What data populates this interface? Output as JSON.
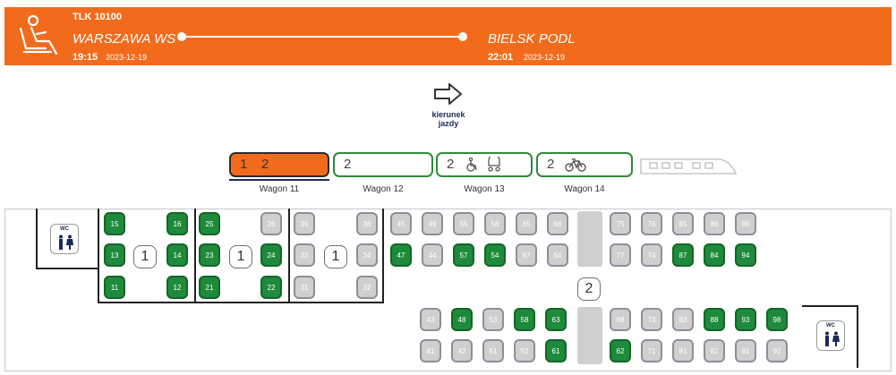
{
  "header": {
    "train_number": "TLK 10100",
    "from_station": "WARSZAWA WS",
    "from_time": "19:15",
    "from_date": "2023-12-19",
    "to_station": "BIELSK PODL",
    "to_time": "22:01",
    "to_date": "2023-12-19",
    "icon": "passenger-seat-icon"
  },
  "direction": {
    "line1": "kierunek",
    "line2": "jazdy",
    "icon": "arrow-right-icon"
  },
  "wagons": [
    {
      "label": "Wagon 11",
      "classes": [
        "1",
        "2"
      ],
      "selected": true
    },
    {
      "label": "Wagon 12",
      "classes": [
        "2"
      ],
      "selected": false
    },
    {
      "label": "Wagon 13",
      "classes": [
        "2"
      ],
      "icons": [
        "wheelchair-icon",
        "stroller-icon"
      ],
      "selected": false
    },
    {
      "label": "Wagon 14",
      "classes": [
        "2"
      ],
      "icons": [
        "bicycle-icon"
      ],
      "selected": false
    }
  ],
  "wc_label": "WC",
  "class_badges": {
    "first": "1",
    "second": "2"
  },
  "colors": {
    "accent": "#f26b1d",
    "free_seat": "#1e8a3c",
    "taken_seat": "#cfcfcf",
    "wagon_border": "#2e8b3a"
  },
  "seats": [
    {
      "n": "15",
      "s": "free"
    },
    {
      "n": "13",
      "s": "free"
    },
    {
      "n": "11",
      "s": "free"
    },
    {
      "n": "16",
      "s": "free"
    },
    {
      "n": "14",
      "s": "free"
    },
    {
      "n": "12",
      "s": "free"
    },
    {
      "n": "25",
      "s": "free"
    },
    {
      "n": "23",
      "s": "free"
    },
    {
      "n": "21",
      "s": "free"
    },
    {
      "n": "26",
      "s": "taken"
    },
    {
      "n": "24",
      "s": "free"
    },
    {
      "n": "22",
      "s": "free"
    },
    {
      "n": "35",
      "s": "taken"
    },
    {
      "n": "33",
      "s": "taken"
    },
    {
      "n": "31",
      "s": "taken"
    },
    {
      "n": "36",
      "s": "taken"
    },
    {
      "n": "34",
      "s": "taken"
    },
    {
      "n": "32",
      "s": "taken"
    },
    {
      "n": "45",
      "s": "taken"
    },
    {
      "n": "47",
      "s": "free"
    },
    {
      "n": "46",
      "s": "taken"
    },
    {
      "n": "44",
      "s": "taken"
    },
    {
      "n": "55",
      "s": "taken"
    },
    {
      "n": "57",
      "s": "free"
    },
    {
      "n": "56",
      "s": "taken"
    },
    {
      "n": "54",
      "s": "free"
    },
    {
      "n": "65",
      "s": "taken"
    },
    {
      "n": "67",
      "s": "taken"
    },
    {
      "n": "66",
      "s": "taken"
    },
    {
      "n": "64",
      "s": "taken"
    },
    {
      "n": "75",
      "s": "taken"
    },
    {
      "n": "77",
      "s": "taken"
    },
    {
      "n": "76",
      "s": "taken"
    },
    {
      "n": "74",
      "s": "taken"
    },
    {
      "n": "85",
      "s": "taken"
    },
    {
      "n": "87",
      "s": "free"
    },
    {
      "n": "86",
      "s": "taken"
    },
    {
      "n": "84",
      "s": "free"
    },
    {
      "n": "96",
      "s": "taken"
    },
    {
      "n": "94",
      "s": "free"
    },
    {
      "n": "43",
      "s": "taken"
    },
    {
      "n": "41",
      "s": "taken"
    },
    {
      "n": "48",
      "s": "free"
    },
    {
      "n": "42",
      "s": "taken"
    },
    {
      "n": "53",
      "s": "taken"
    },
    {
      "n": "51",
      "s": "taken"
    },
    {
      "n": "58",
      "s": "free"
    },
    {
      "n": "52",
      "s": "taken"
    },
    {
      "n": "63",
      "s": "free"
    },
    {
      "n": "61",
      "s": "free"
    },
    {
      "n": "68",
      "s": "taken"
    },
    {
      "n": "62",
      "s": "free"
    },
    {
      "n": "73",
      "s": "taken"
    },
    {
      "n": "71",
      "s": "taken"
    },
    {
      "n": "83",
      "s": "taken"
    },
    {
      "n": "81",
      "s": "taken"
    },
    {
      "n": "88",
      "s": "free"
    },
    {
      "n": "82",
      "s": "taken"
    },
    {
      "n": "93",
      "s": "free"
    },
    {
      "n": "91",
      "s": "taken"
    },
    {
      "n": "98",
      "s": "free"
    },
    {
      "n": "92",
      "s": "taken"
    }
  ]
}
